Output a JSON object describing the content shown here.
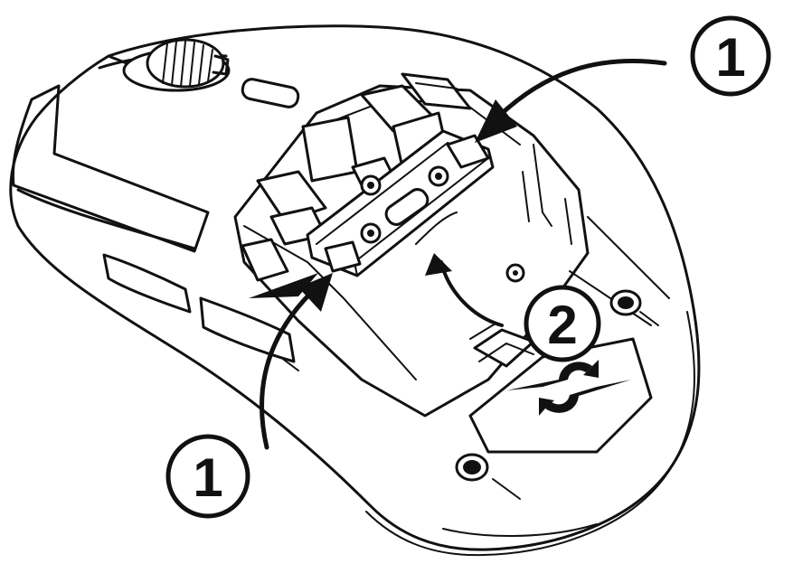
{
  "callouts": {
    "step1_top": "1",
    "step2": "2",
    "step1_bottom": "1"
  },
  "colors": {
    "line": "#111111",
    "background": "#ffffff"
  }
}
